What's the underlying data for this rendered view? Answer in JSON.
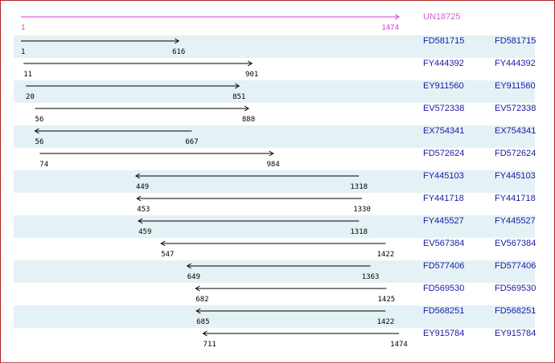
{
  "reference": {
    "id": "UN18725",
    "start": 1,
    "end": 1474,
    "color": "#cc44cc"
  },
  "colors": {
    "stripe": "#e4f2f5",
    "arrow": "#000000",
    "link": "#1a1aa6",
    "border": "#b22222"
  },
  "rows": [
    {
      "id": "FD581715",
      "start": 1,
      "end": 616,
      "direction": "forward"
    },
    {
      "id": "FY444392",
      "start": 11,
      "end": 901,
      "direction": "forward"
    },
    {
      "id": "EY911560",
      "start": 20,
      "end": 851,
      "direction": "forward"
    },
    {
      "id": "EV572338",
      "start": 56,
      "end": 888,
      "direction": "forward"
    },
    {
      "id": "EX754341",
      "start": 56,
      "end": 667,
      "direction": "reverse"
    },
    {
      "id": "FD572624",
      "start": 74,
      "end": 984,
      "direction": "forward"
    },
    {
      "id": "FY445103",
      "start": 449,
      "end": 1318,
      "direction": "reverse"
    },
    {
      "id": "FY441718",
      "start": 453,
      "end": 1330,
      "direction": "reverse"
    },
    {
      "id": "FY445527",
      "start": 459,
      "end": 1318,
      "direction": "reverse"
    },
    {
      "id": "EV567384",
      "start": 547,
      "end": 1422,
      "direction": "reverse"
    },
    {
      "id": "FD577406",
      "start": 649,
      "end": 1363,
      "direction": "reverse"
    },
    {
      "id": "FD569530",
      "start": 682,
      "end": 1425,
      "direction": "reverse"
    },
    {
      "id": "FD568251",
      "start": 685,
      "end": 1422,
      "direction": "reverse"
    },
    {
      "id": "EY915784",
      "start": 711,
      "end": 1474,
      "direction": "reverse"
    }
  ]
}
